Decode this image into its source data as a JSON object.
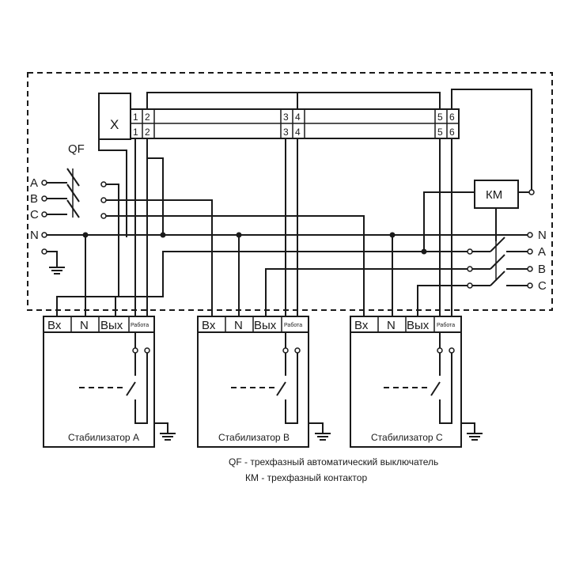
{
  "terminal_block": {
    "x_label": "X",
    "terminals": [
      "1",
      "2",
      "3",
      "4",
      "5",
      "6"
    ]
  },
  "breaker": {
    "label": "QF"
  },
  "contactor": {
    "label": "КМ"
  },
  "left_phases": [
    "A",
    "B",
    "C",
    "N"
  ],
  "right_phases": [
    "N",
    "A",
    "B",
    "C"
  ],
  "stabilizers": [
    {
      "in": "Вх",
      "n": "N",
      "out": "Вых",
      "work": "Работа",
      "name": "Стабилизатор A"
    },
    {
      "in": "Вх",
      "n": "N",
      "out": "Вых",
      "work": "Работа",
      "name": "Стабилизатор B"
    },
    {
      "in": "Вх",
      "n": "N",
      "out": "Вых",
      "work": "Работа",
      "name": "Стабилизатор C"
    }
  ],
  "legend": {
    "qf": "QF - трехфазный автоматический выключатель",
    "km": "КМ - трехфазный контактор"
  }
}
